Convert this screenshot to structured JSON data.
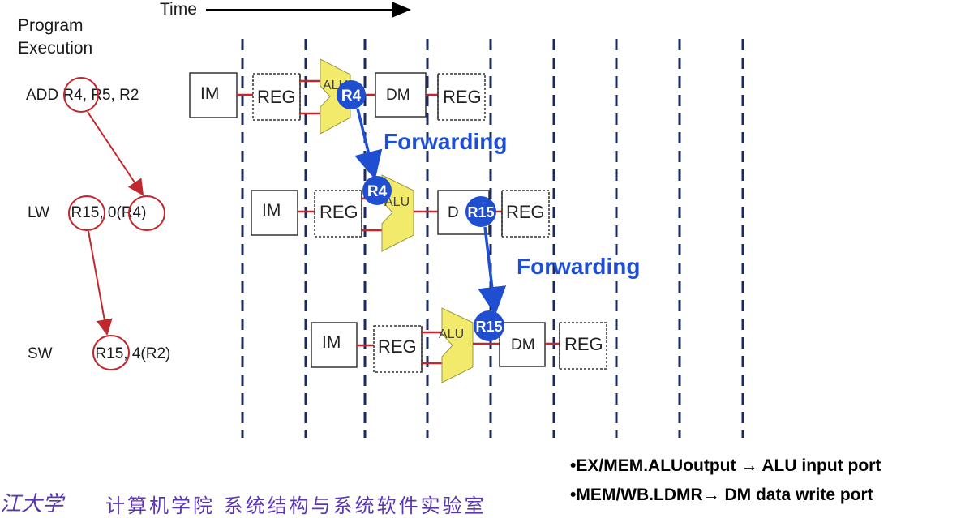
{
  "header": {
    "time_label": "Time",
    "program_label_line1": "Program",
    "program_label_line2": "Execution"
  },
  "instructions": [
    {
      "op": "ADD",
      "arg1": "R4",
      "rest": ", R5, R2"
    },
    {
      "op": "LW",
      "arg1": "R15",
      "sep": ", 0",
      "arg2": "R4"
    },
    {
      "op": "SW",
      "arg1": "R15",
      "rest": ",  4(R2)"
    }
  ],
  "stages": {
    "im": "IM",
    "reg": "REG",
    "alu": "ALU",
    "dm": "DM",
    "dm_partial": "D"
  },
  "badges": {
    "add_result": "R4",
    "lw_input": "R4",
    "lw_result": "R15",
    "sw_input": "R15"
  },
  "forwarding": {
    "label1": "Forwarding",
    "label2": "Forwarding"
  },
  "notes": [
    "•EX/MEM.ALUoutput  → ALU input port",
    "•MEM/WB.LDMR→  DM data write port"
  ],
  "footer": {
    "logo_text": "江大学",
    "institution": "计算机学院   系统结构与系统软件实验室"
  },
  "colors": {
    "circle_red": "#c0282d",
    "arrow_blue": "#1f4fd0",
    "badge_blue": "#1f4fd0",
    "alu_yellow": "#f2ea6a",
    "dashed_navy": "#1b2a5e",
    "wire_red": "#c0282d",
    "footer_purple": "#5a37b0"
  }
}
